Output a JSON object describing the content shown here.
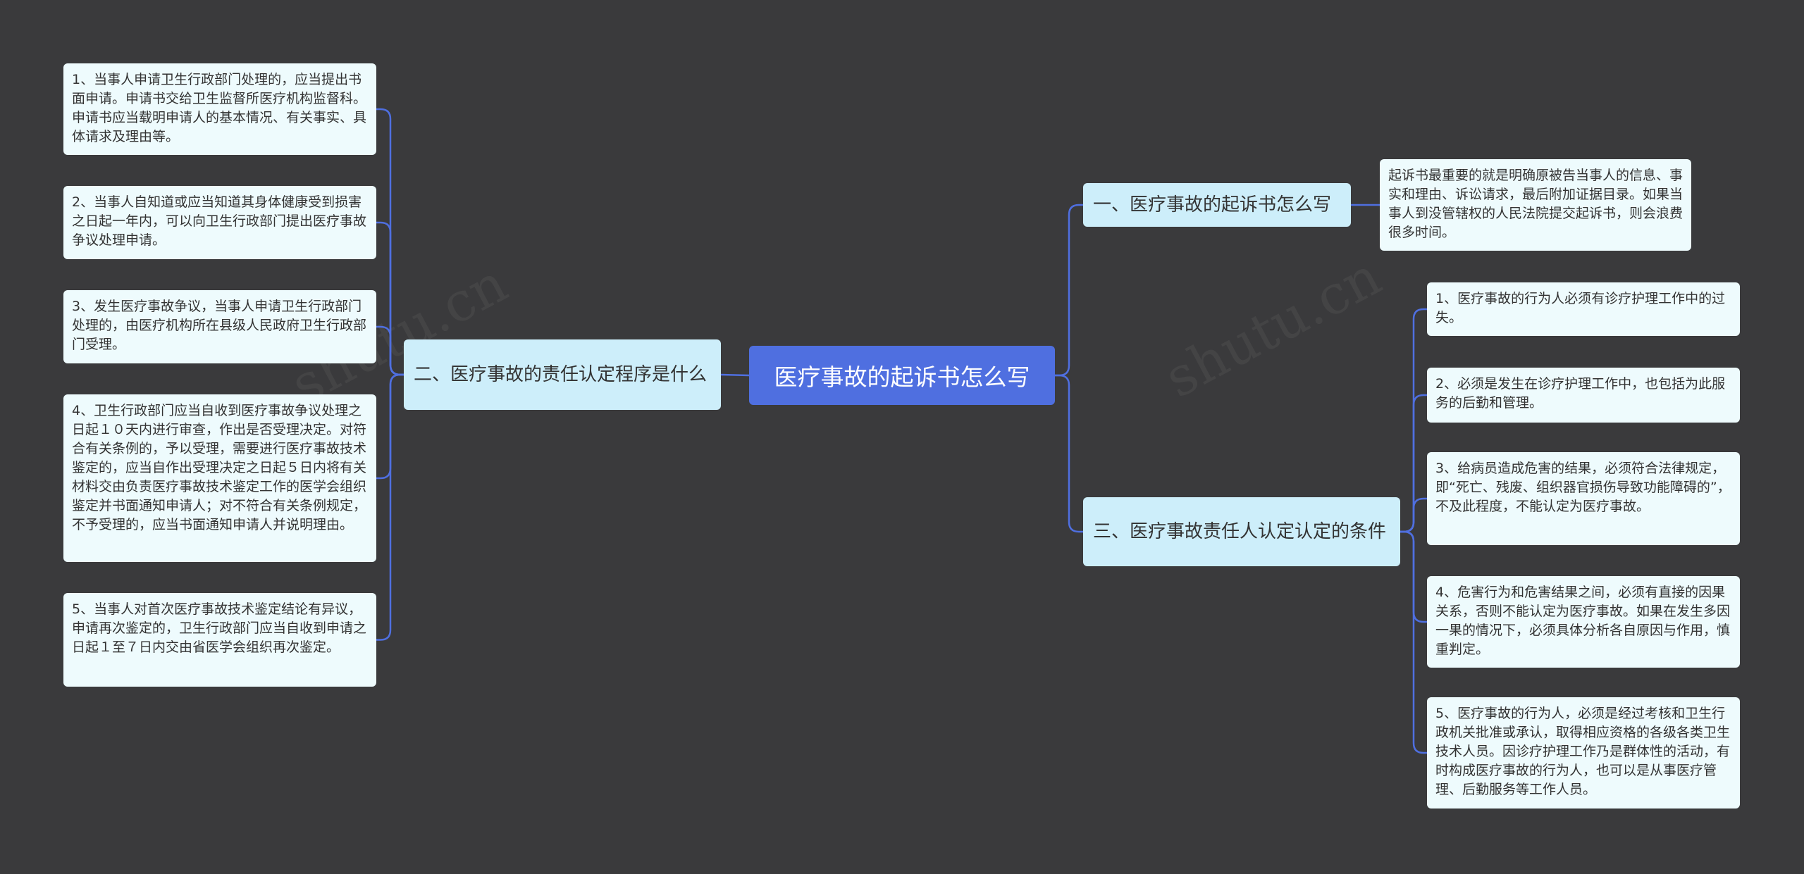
{
  "root": {
    "label": "医疗事故的起诉书怎么写"
  },
  "branches": [
    {
      "label": "一、医疗事故的起诉书怎么写",
      "children": [
        "起诉书最重要的就是明确原被告当事人的信息、事实和理由、诉讼请求，最后附加证据目录。如果当事人到没管辖权的人民法院提交起诉书，则会浪费很多时间。"
      ]
    },
    {
      "label": "二、医疗事故的责任认定程序是什么",
      "children": [
        "1、当事人申请卫生行政部门处理的，应当提出书面申请。申请书交给卫生监督所医疗机构监督科。申请书应当载明申请人的基本情况、有关事实、具体请求及理由等。",
        "2、当事人自知道或应当知道其身体健康受到损害之日起一年内，可以向卫生行政部门提出医疗事故争议处理申请。",
        "3、发生医疗事故争议，当事人申请卫生行政部门处理的，由医疗机构所在县级人民政府卫生行政部门受理。",
        "4、卫生行政部门应当自收到医疗事故争议处理之日起１０天内进行审查，作出是否受理决定。对符合有关条例的，予以受理，需要进行医疗事故技术鉴定的，应当自作出受理决定之日起５日内将有关材料交由负责医疗事故技术鉴定工作的医学会组织鉴定并书面通知申请人；对不符合有关条例规定，不予受理的，应当书面通知申请人并说明理由。",
        "5、当事人对首次医疗事故技术鉴定结论有异议，申请再次鉴定的，卫生行政部门应当自收到申请之日起１至７日内交由省医学会组织再次鉴定。"
      ]
    },
    {
      "label": "三、医疗事故责任人认定认定的条件",
      "children": [
        "1、医疗事故的行为人必须有诊疗护理工作中的过失。",
        "2、必须是发生在诊疗护理工作中，也包括为此服务的后勤和管理。",
        "3、给病员造成危害的结果，必须符合法律规定，即“死亡、残废、组织器官损伤导致功能障碍的”，不及此程度，不能认定为医疗事故。",
        "4、危害行为和危害结果之间，必须有直接的因果关系，否则不能认定为医疗事故。如果在发生多因一果的情况下，必须具体分析各自原因与作用，慎重判定。",
        "5、医疗事故的行为人，必须是经过考核和卫生行政机关批准或承认，取得相应资格的各级各类卫生技术人员。因诊疗护理工作乃是群体性的活动，有时构成医疗事故的行为人，也可以是从事医疗管理、后勤服务等工作人员。"
      ]
    }
  ],
  "colors": {
    "background": "#3a3a3c",
    "root": "#4f6fe0",
    "branch": "#cdeefa",
    "leaf": "#eefbfd",
    "connector": "#4f6fe0"
  }
}
